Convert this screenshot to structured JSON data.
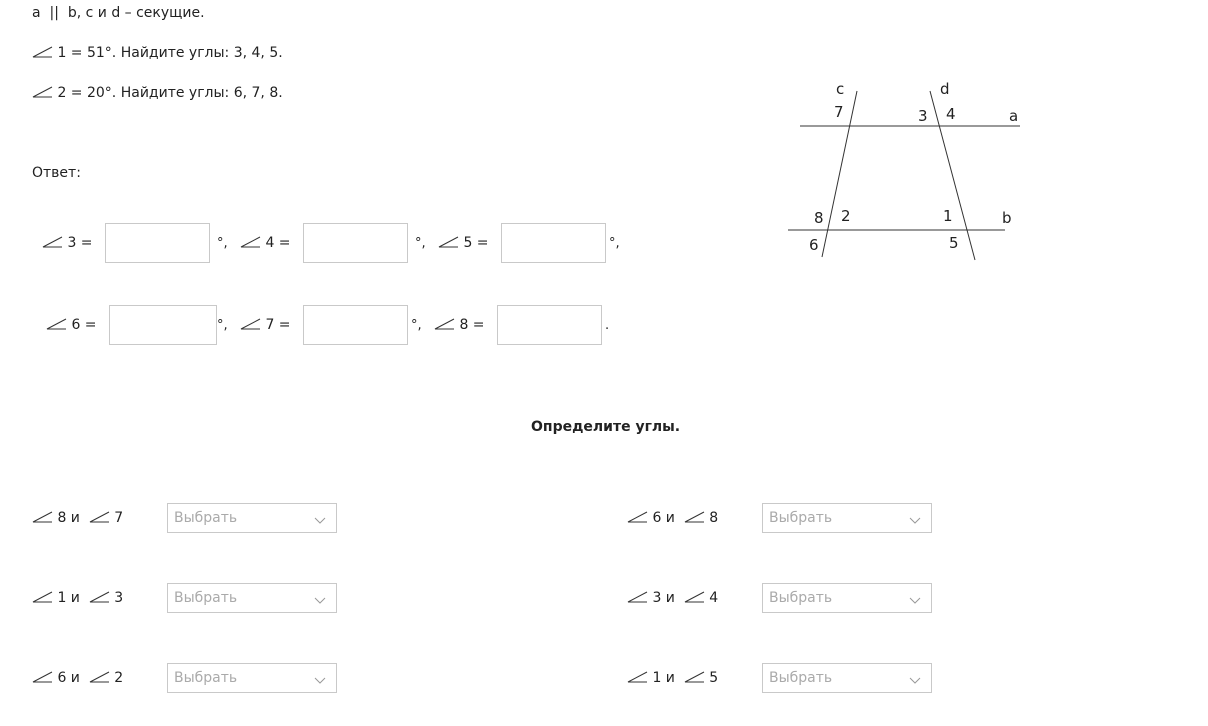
{
  "problem": {
    "line1_a": "a",
    "line1_parallel": "||",
    "line1_rest": "b, c и d – секущие.",
    "line2": "1 = 51°. Найдите углы: 3, 4, 5.",
    "line3": "2 = 20°. Найдите углы: 6, 7, 8."
  },
  "answer_label": "Ответ:",
  "answers_row1": [
    {
      "label": "3 =",
      "suffix": "°,"
    },
    {
      "label": "4 =",
      "suffix": "°,"
    },
    {
      "label": "5 =",
      "suffix": "°,"
    }
  ],
  "answers_row2": [
    {
      "label": "6 =",
      "suffix": "°,"
    },
    {
      "label": "7 =",
      "suffix": "°,"
    },
    {
      "label": "8 =",
      "suffix": "."
    }
  ],
  "figure": {
    "line_labels": {
      "c": "c",
      "d": "d",
      "a": "a",
      "b": "b"
    },
    "angle_labels": {
      "n1": "1",
      "n2": "2",
      "n3": "3",
      "n4": "4",
      "n5": "5",
      "n6": "6",
      "n7": "7",
      "n8": "8"
    }
  },
  "section_title": "Определите углы.",
  "pairs_left": [
    {
      "first": "8 и",
      "second": "7",
      "placeholder": "Выбрать"
    },
    {
      "first": "1 и",
      "second": "3",
      "placeholder": "Выбрать"
    },
    {
      "first": "6 и",
      "second": "2",
      "placeholder": "Выбрать"
    }
  ],
  "pairs_right": [
    {
      "first": "6 и",
      "second": "8",
      "placeholder": "Выбрать"
    },
    {
      "first": "3 и",
      "second": "4",
      "placeholder": "Выбрать"
    },
    {
      "first": "1 и",
      "second": "5",
      "placeholder": "Выбрать"
    }
  ],
  "icons": {
    "angle": "angle-symbol-icon",
    "dropdown": "chevron-down-icon"
  }
}
